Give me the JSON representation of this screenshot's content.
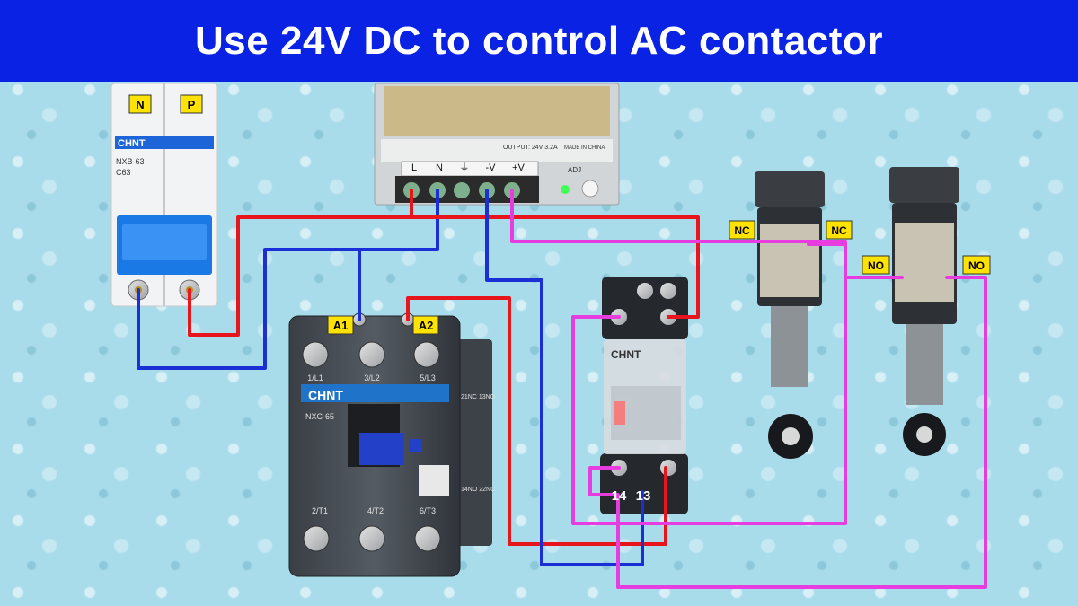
{
  "title": "Use 24V DC to control AC contactor",
  "breaker": {
    "n_label": "N",
    "p_label": "P",
    "brand": "CHNT",
    "model": "NXB-63",
    "rating": "C63"
  },
  "psu": {
    "terminals": [
      "L",
      "N",
      "⏚",
      "-V",
      "+V"
    ],
    "adj_label": "ADJ",
    "output_text": "OUTPUT: 24V 3.2A",
    "made_in": "MADE IN CHINA"
  },
  "contactor": {
    "brand": "CHNT",
    "model": "NXC-65",
    "a1_label": "A1",
    "a2_label": "A2",
    "top_terminals": [
      "1/L1",
      "3/L2",
      "5/L3"
    ],
    "bottom_terminals": [
      "2/T1",
      "4/T2",
      "6/T3"
    ],
    "aux_top": "21NC 13NO",
    "aux_bottom": "14NO 22NC"
  },
  "relay": {
    "brand": "CHNT",
    "terminal_14": "14",
    "terminal_13": "13"
  },
  "limit_switch_left": {
    "nc_left": "NC",
    "nc_right": "NC"
  },
  "limit_switch_right": {
    "no_left": "NO",
    "no_right": "NO"
  },
  "colors": {
    "title_bg": "#0a22e4",
    "wire_red": "#e8161c",
    "wire_blue": "#1a2fd6",
    "wire_magenta": "#e63ce0",
    "label_yellow": "#ffe300"
  }
}
